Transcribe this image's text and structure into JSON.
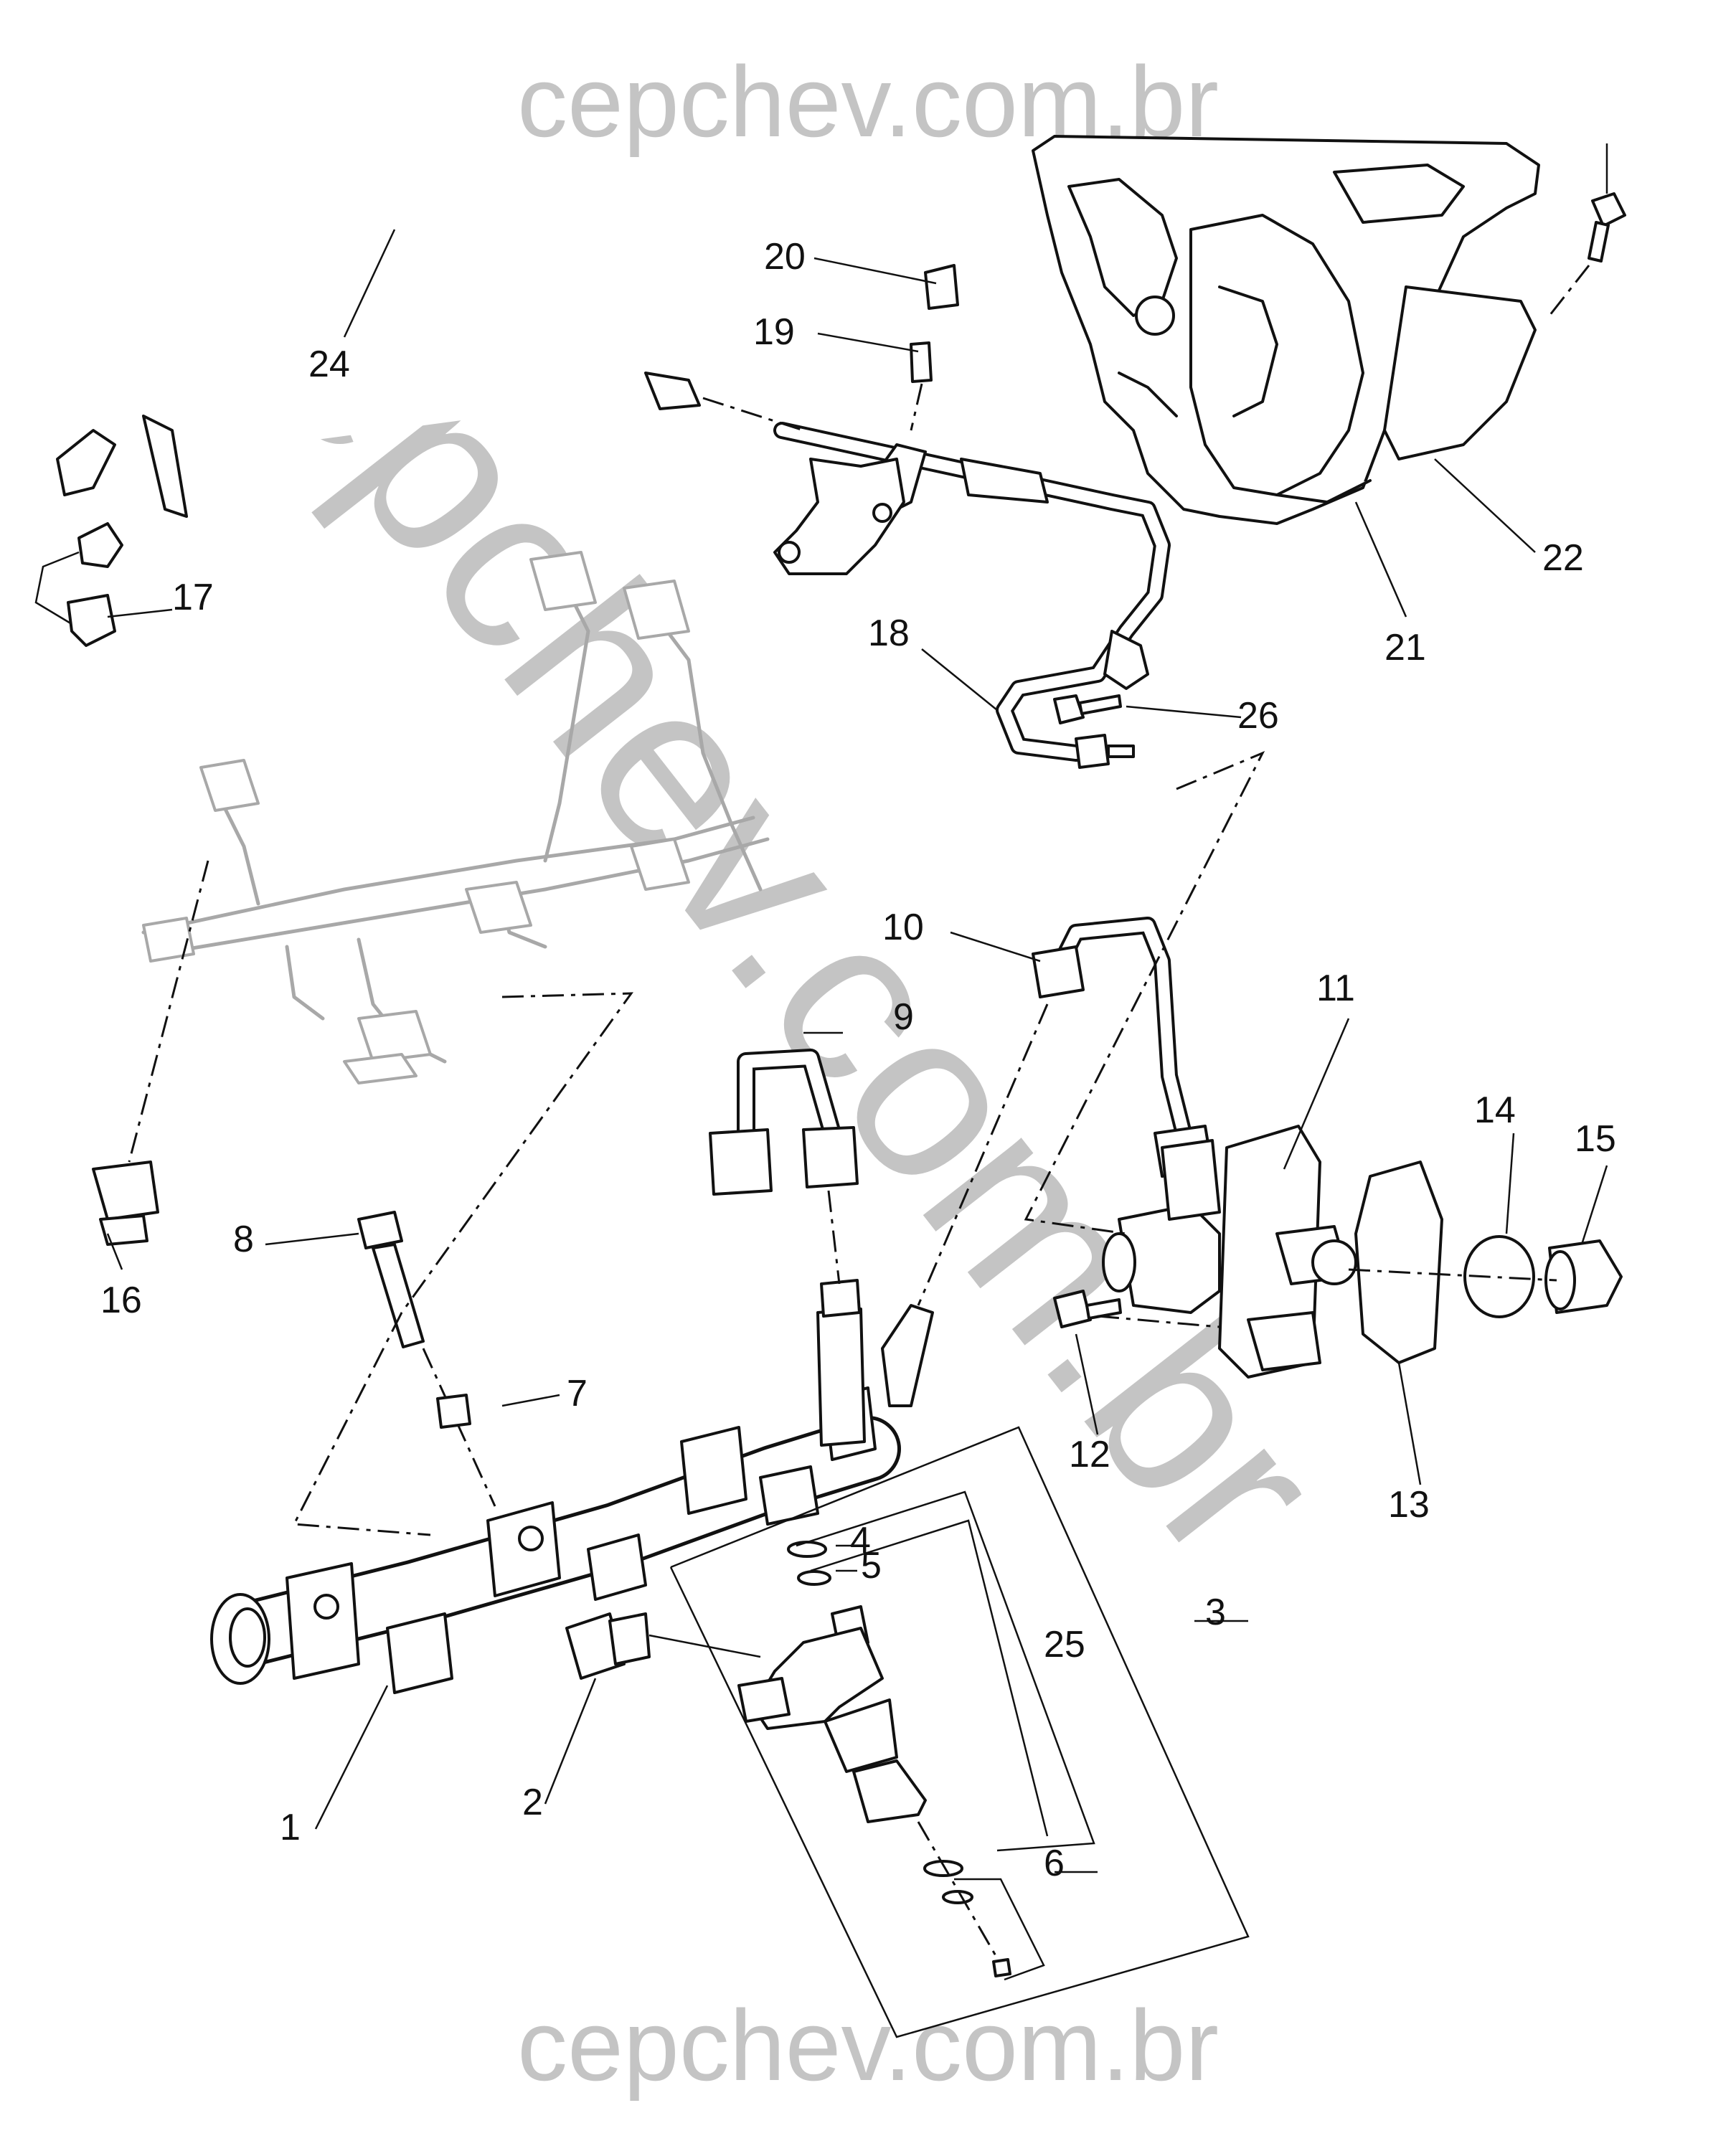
{
  "watermark": {
    "top": "cepchev.com.br",
    "diagonal": "cepchev.com.br",
    "bottom": "cepchev.com.br",
    "color": "#c4c4c4"
  },
  "callouts": {
    "c1": "1",
    "c2": "2",
    "c3": "3",
    "c4": "4",
    "c5": "5",
    "c6": "6",
    "c7": "7",
    "c8": "8",
    "c9": "9",
    "c10": "10",
    "c11": "11",
    "c12": "12",
    "c13": "13",
    "c14": "14",
    "c15": "15",
    "c16": "16",
    "c17": "17",
    "c18": "18",
    "c19": "19",
    "c20": "20",
    "c21": "21",
    "c22": "22",
    "c24": "24",
    "c25": "25",
    "c26": "26"
  },
  "colors": {
    "line": "#111111",
    "harness": "#a8a8a8",
    "background": "#ffffff"
  }
}
